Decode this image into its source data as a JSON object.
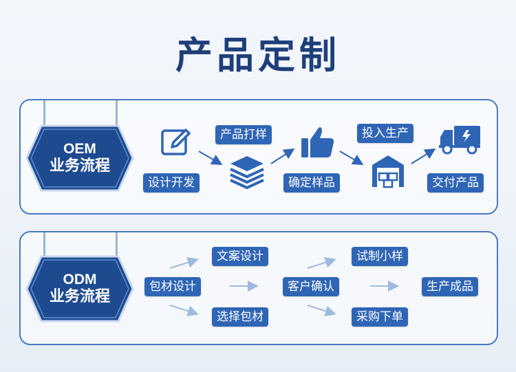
{
  "title": "产品定制",
  "oem": {
    "badge_code": "OEM",
    "badge_sub": "业务流程",
    "steps": [
      "设计开发",
      "产品打样",
      "确定样品",
      "投入生产",
      "交付产品"
    ]
  },
  "odm": {
    "badge_code": "ODM",
    "badge_sub": "业务流程",
    "steps": [
      "包材设计",
      "文案设计",
      "选择包材",
      "客户确认",
      "试制小样",
      "采购下单",
      "生产成品"
    ]
  },
  "colors": {
    "accent": "#2f65b5",
    "title": "#1f3f7a",
    "border": "#4a78c2"
  },
  "icons": [
    "edit-icon",
    "layers-icon",
    "thumbs-up-icon",
    "warehouse-icon",
    "delivery-truck-icon"
  ]
}
